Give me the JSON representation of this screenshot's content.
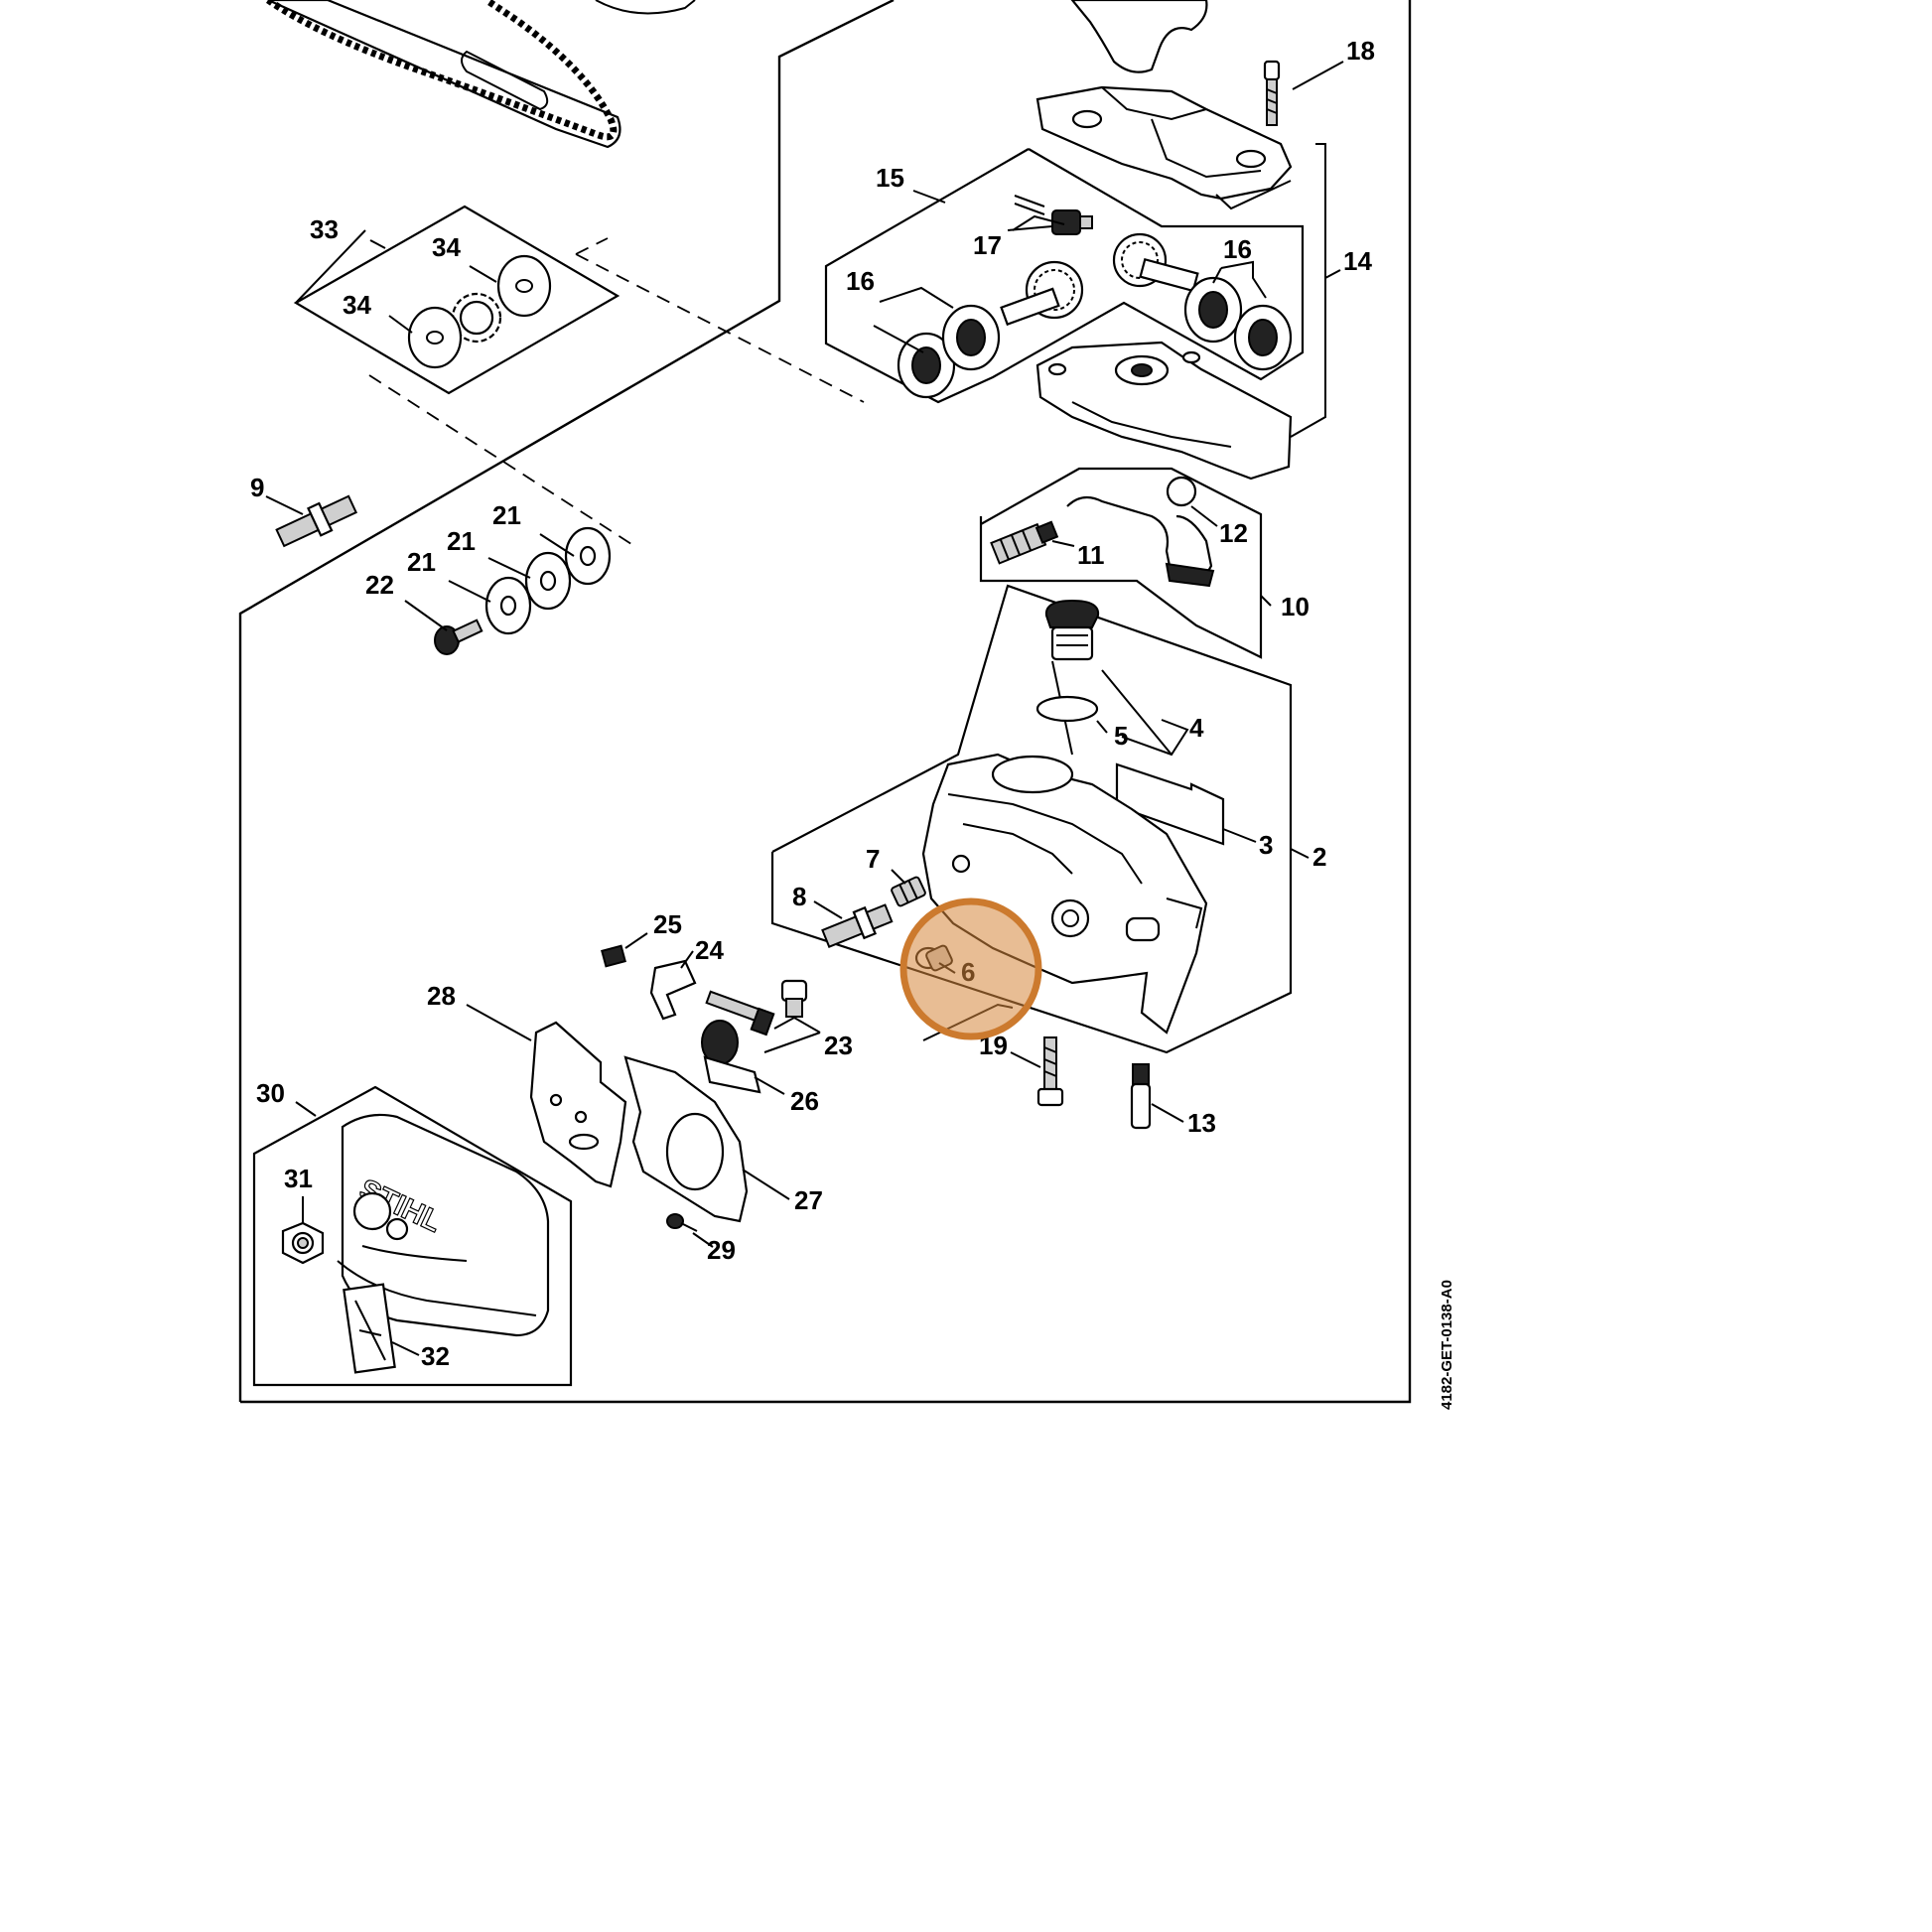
{
  "diagram": {
    "drawing_code": "4182-GET-0138-A0",
    "brand_mark": "STIHL",
    "highlight_color": "#cc7a2e",
    "highlighted_part": "6",
    "callouts": {
      "c2": "2",
      "c3": "3",
      "c4": "4",
      "c5": "5",
      "c6": "6",
      "c7": "7",
      "c8": "8",
      "c9": "9",
      "c10": "10",
      "c11": "11",
      "c12": "12",
      "c13": "13",
      "c14": "14",
      "c15": "15",
      "c16a": "16",
      "c16b": "16",
      "c17": "17",
      "c18": "18",
      "c19": "19",
      "c21a": "21",
      "c21b": "21",
      "c21c": "21",
      "c22": "22",
      "c23": "23",
      "c24": "24",
      "c25": "25",
      "c26": "26",
      "c27": "27",
      "c28": "28",
      "c29": "29",
      "c30": "30",
      "c31": "31",
      "c32": "32",
      "c33": "33",
      "c34a": "34",
      "c34b": "34"
    }
  }
}
